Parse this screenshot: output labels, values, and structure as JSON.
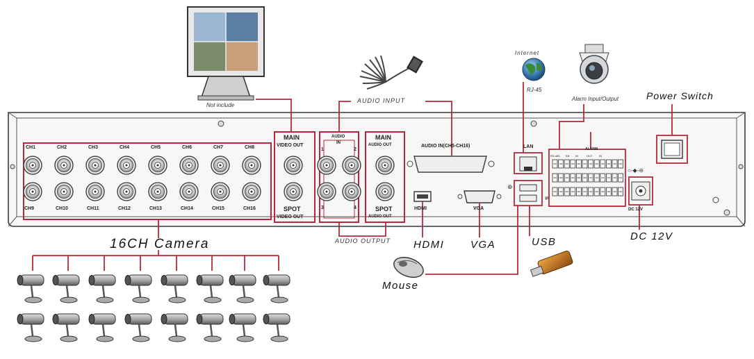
{
  "panel": {
    "channels_top": [
      "CH1",
      "CH2",
      "CH3",
      "CH4",
      "CH5",
      "CH6",
      "CH7",
      "CH8"
    ],
    "channels_bottom": [
      "CH9",
      "CH10",
      "CH11",
      "CH12",
      "CH13",
      "CH14",
      "CH15",
      "CH16"
    ],
    "main_video_out": [
      "MAIN",
      "VIDEO OUT"
    ],
    "spot_video_out": [
      "SPOT",
      "VIDEO OUT"
    ],
    "audio_in": [
      "AUDIO",
      "IN"
    ],
    "audio_in_nums": [
      "1",
      "2",
      "3",
      "4"
    ],
    "main_audio_out": [
      "MAIN",
      "AUDIO OUT"
    ],
    "spot_audio_out": [
      "SPOT",
      "AUDIO OUT"
    ],
    "audio_in_db": "AUDIO IN(CH5-CH16)",
    "lan": "LAN",
    "hdmi": "HDMI",
    "vga": "VGA",
    "dc_12v": "DC 12V",
    "alarm": "ALARM",
    "alarm_sub": [
      "RS-485",
      "KB",
      "IN",
      "OUT",
      "IN"
    ]
  },
  "callouts": {
    "not_include": "Not include",
    "audio_input": "AUDIO INPUT",
    "audio_output": "AUDIO OUTPUT",
    "internet": "Internet",
    "rj45": "RJ-45",
    "alarm_io": "Alarm Input/Output",
    "power_switch": "Power Switch",
    "camera": "16CH Camera",
    "hdmi": "HDMI",
    "vga": "VGA",
    "usb": "USB",
    "dc": "DC 12V",
    "mouse": "Mouse"
  },
  "colors": {
    "connector_line": "#b8283a",
    "panel_outline": "#3a3a3a",
    "highlight_box": "#b8283a"
  }
}
